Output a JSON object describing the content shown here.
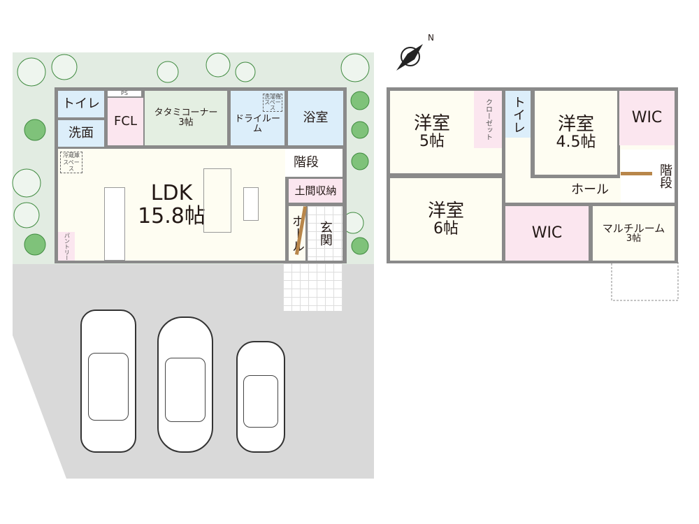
{
  "compass": {
    "label": "N"
  },
  "floor1": {
    "toilet": "トイレ",
    "washroom": "洗面",
    "ps": "PS",
    "fcl": "FCL",
    "tatami": {
      "name": "タタミコーナー",
      "size": "3帖"
    },
    "dry_room": "ドライルーム",
    "washer_space": "洗濯機スペース",
    "bath": "浴室",
    "fridge_space": "冷蔵庫スペース",
    "ldk": {
      "name": "LDK",
      "size": "15.8帖"
    },
    "stairs": "階段",
    "doma_storage": "土間収納",
    "hall": "ホール",
    "entrance": "玄関",
    "pantry": "パントリー"
  },
  "floor2": {
    "room5": {
      "name": "洋室",
      "size": "5帖"
    },
    "closet": "クローゼット",
    "toilet": "トイレ",
    "room45": {
      "name": "洋室",
      "size": "4.5帖"
    },
    "wic1": "WIC",
    "stairs": "階段",
    "hall": "ホール",
    "room6": {
      "name": "洋室",
      "size": "6帖"
    },
    "wic2": "WIC",
    "multi": {
      "name": "マルチルーム",
      "size": "3帖"
    }
  },
  "colors": {
    "wet_area": "#dceefa",
    "storage": "#fbe6ef",
    "tatami": "#e4efe2",
    "living": "#fefdf2",
    "garden": "#e2ece2",
    "driveway": "#d9d9d9",
    "wall": "#8a8a8a",
    "stair_rail": "#b8864a"
  }
}
